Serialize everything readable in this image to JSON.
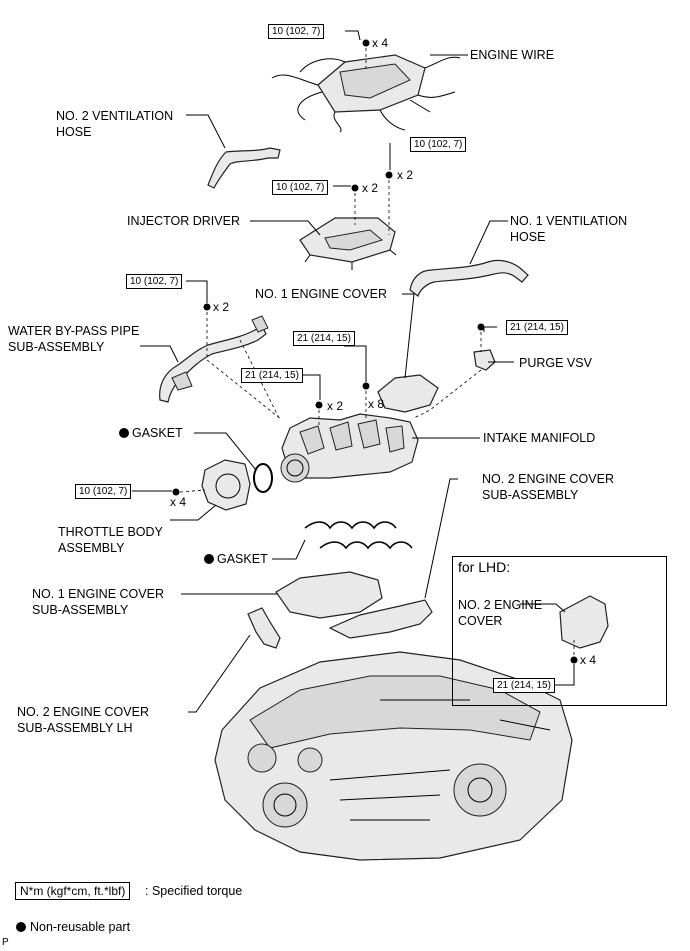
{
  "torques": {
    "t_wire": "10 (102, 7)",
    "t_inj_right": "10 (102, 7)",
    "t_inj_left": "10 (102, 7)",
    "t_pipe": "10 (102, 7)",
    "t_purge": "21 (214, 15)",
    "t_cover1": "21 (214, 15)",
    "t_manifold": "21 (214, 15)",
    "t_throttle": "10 (102, 7)",
    "t_lhd": "21 (214, 15)"
  },
  "quantities": {
    "q_wire": "x 4",
    "q_inj_right": "x 2",
    "q_inj_left": "x 2",
    "q_pipe": "x 2",
    "q_manifold": "x 2",
    "q_cover1": "x 8",
    "q_throttle": "x 4",
    "q_lhd": "x 4"
  },
  "labels": {
    "engine_wire": "ENGINE WIRE",
    "vent2_line1": "NO. 2 VENTILATION",
    "vent2_line2": "HOSE",
    "injector_driver": "INJECTOR DRIVER",
    "vent1_line1": "NO. 1 VENTILATION",
    "vent1_line2": "HOSE",
    "engine_cover1": "NO. 1 ENGINE COVER",
    "waterpipe_line1": "WATER BY-PASS PIPE",
    "waterpipe_line2": "SUB-ASSEMBLY",
    "purge_vsv": "PURGE VSV",
    "gasket_upper": "GASKET",
    "intake_manifold": "INTAKE MANIFOLD",
    "cover2_line1": "NO. 2 ENGINE COVER",
    "cover2_line2": "SUB-ASSEMBLY",
    "throttle_line1": "THROTTLE BODY",
    "throttle_line2": "ASSEMBLY",
    "gasket_lower": "GASKET",
    "cover1sub_line1": "NO. 1 ENGINE COVER",
    "cover1sub_line2": "SUB-ASSEMBLY",
    "cover2lh_line1": "NO. 2 ENGINE COVER",
    "cover2lh_line2": "SUB-ASSEMBLY LH",
    "lhd_title": "for LHD:",
    "lhd_line1": "NO. 2 ENGINE",
    "lhd_line2": "COVER"
  },
  "legend": {
    "torque_box": "N*m (kgf*cm, ft.*lbf)",
    "torque_text": ": Specified torque",
    "nonreusable_text": "Non-reusable part"
  },
  "footer": {
    "code": "P"
  }
}
